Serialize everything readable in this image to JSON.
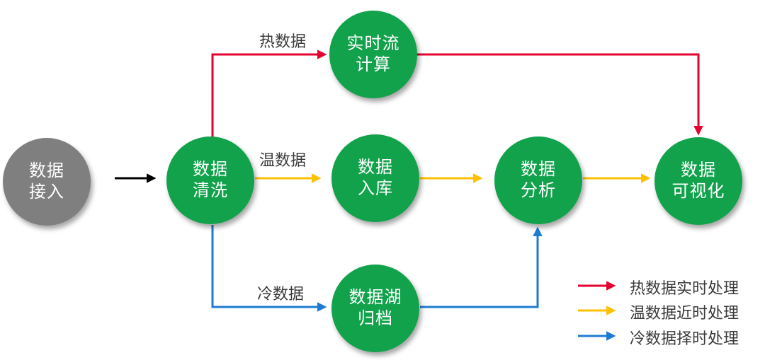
{
  "diagram": {
    "type": "flowchart",
    "colors": {
      "green": "#11A24B",
      "gray": "#7F7F7F",
      "red": "#E4032E",
      "yellow": "#FFC000",
      "blue": "#1E7BD2",
      "label": "#3A3A3A"
    },
    "nodes": [
      {
        "id": "data-access",
        "line1": "数据",
        "line2": "接入",
        "color": "gray"
      },
      {
        "id": "data-cleaning",
        "line1": "数据",
        "line2": "清洗",
        "color": "green"
      },
      {
        "id": "realtime-stream",
        "line1": "实时流",
        "line2": "计算",
        "color": "green"
      },
      {
        "id": "data-warehouse",
        "line1": "数据",
        "line2": "入库",
        "color": "green"
      },
      {
        "id": "data-analysis",
        "line1": "数据",
        "line2": "分析",
        "color": "green"
      },
      {
        "id": "data-visualization",
        "line1": "数据",
        "line2": "可视化",
        "color": "green"
      },
      {
        "id": "data-lake",
        "line1": "数据湖",
        "line2": "归档",
        "color": "green"
      }
    ],
    "edges": [
      {
        "from": "data-access",
        "to": "data-cleaning",
        "color": "black",
        "label": ""
      },
      {
        "from": "data-cleaning",
        "to": "realtime-stream",
        "color": "red",
        "label": "热数据"
      },
      {
        "from": "data-cleaning",
        "to": "data-warehouse",
        "color": "yellow",
        "label": "温数据"
      },
      {
        "from": "data-cleaning",
        "to": "data-lake",
        "color": "blue",
        "label": "冷数据"
      },
      {
        "from": "realtime-stream",
        "to": "data-visualization",
        "color": "red",
        "label": ""
      },
      {
        "from": "data-warehouse",
        "to": "data-analysis",
        "color": "yellow",
        "label": ""
      },
      {
        "from": "data-analysis",
        "to": "data-visualization",
        "color": "yellow",
        "label": ""
      },
      {
        "from": "data-lake",
        "to": "data-analysis",
        "color": "blue",
        "label": ""
      }
    ],
    "edge_labels": {
      "hot": "热数据",
      "warm": "温数据",
      "cold": "冷数据"
    },
    "legend": [
      {
        "color": "red",
        "label": "热数据实时处理"
      },
      {
        "color": "yellow",
        "label": "温数据近时处理"
      },
      {
        "color": "blue",
        "label": "冷数据择时处理"
      }
    ]
  }
}
